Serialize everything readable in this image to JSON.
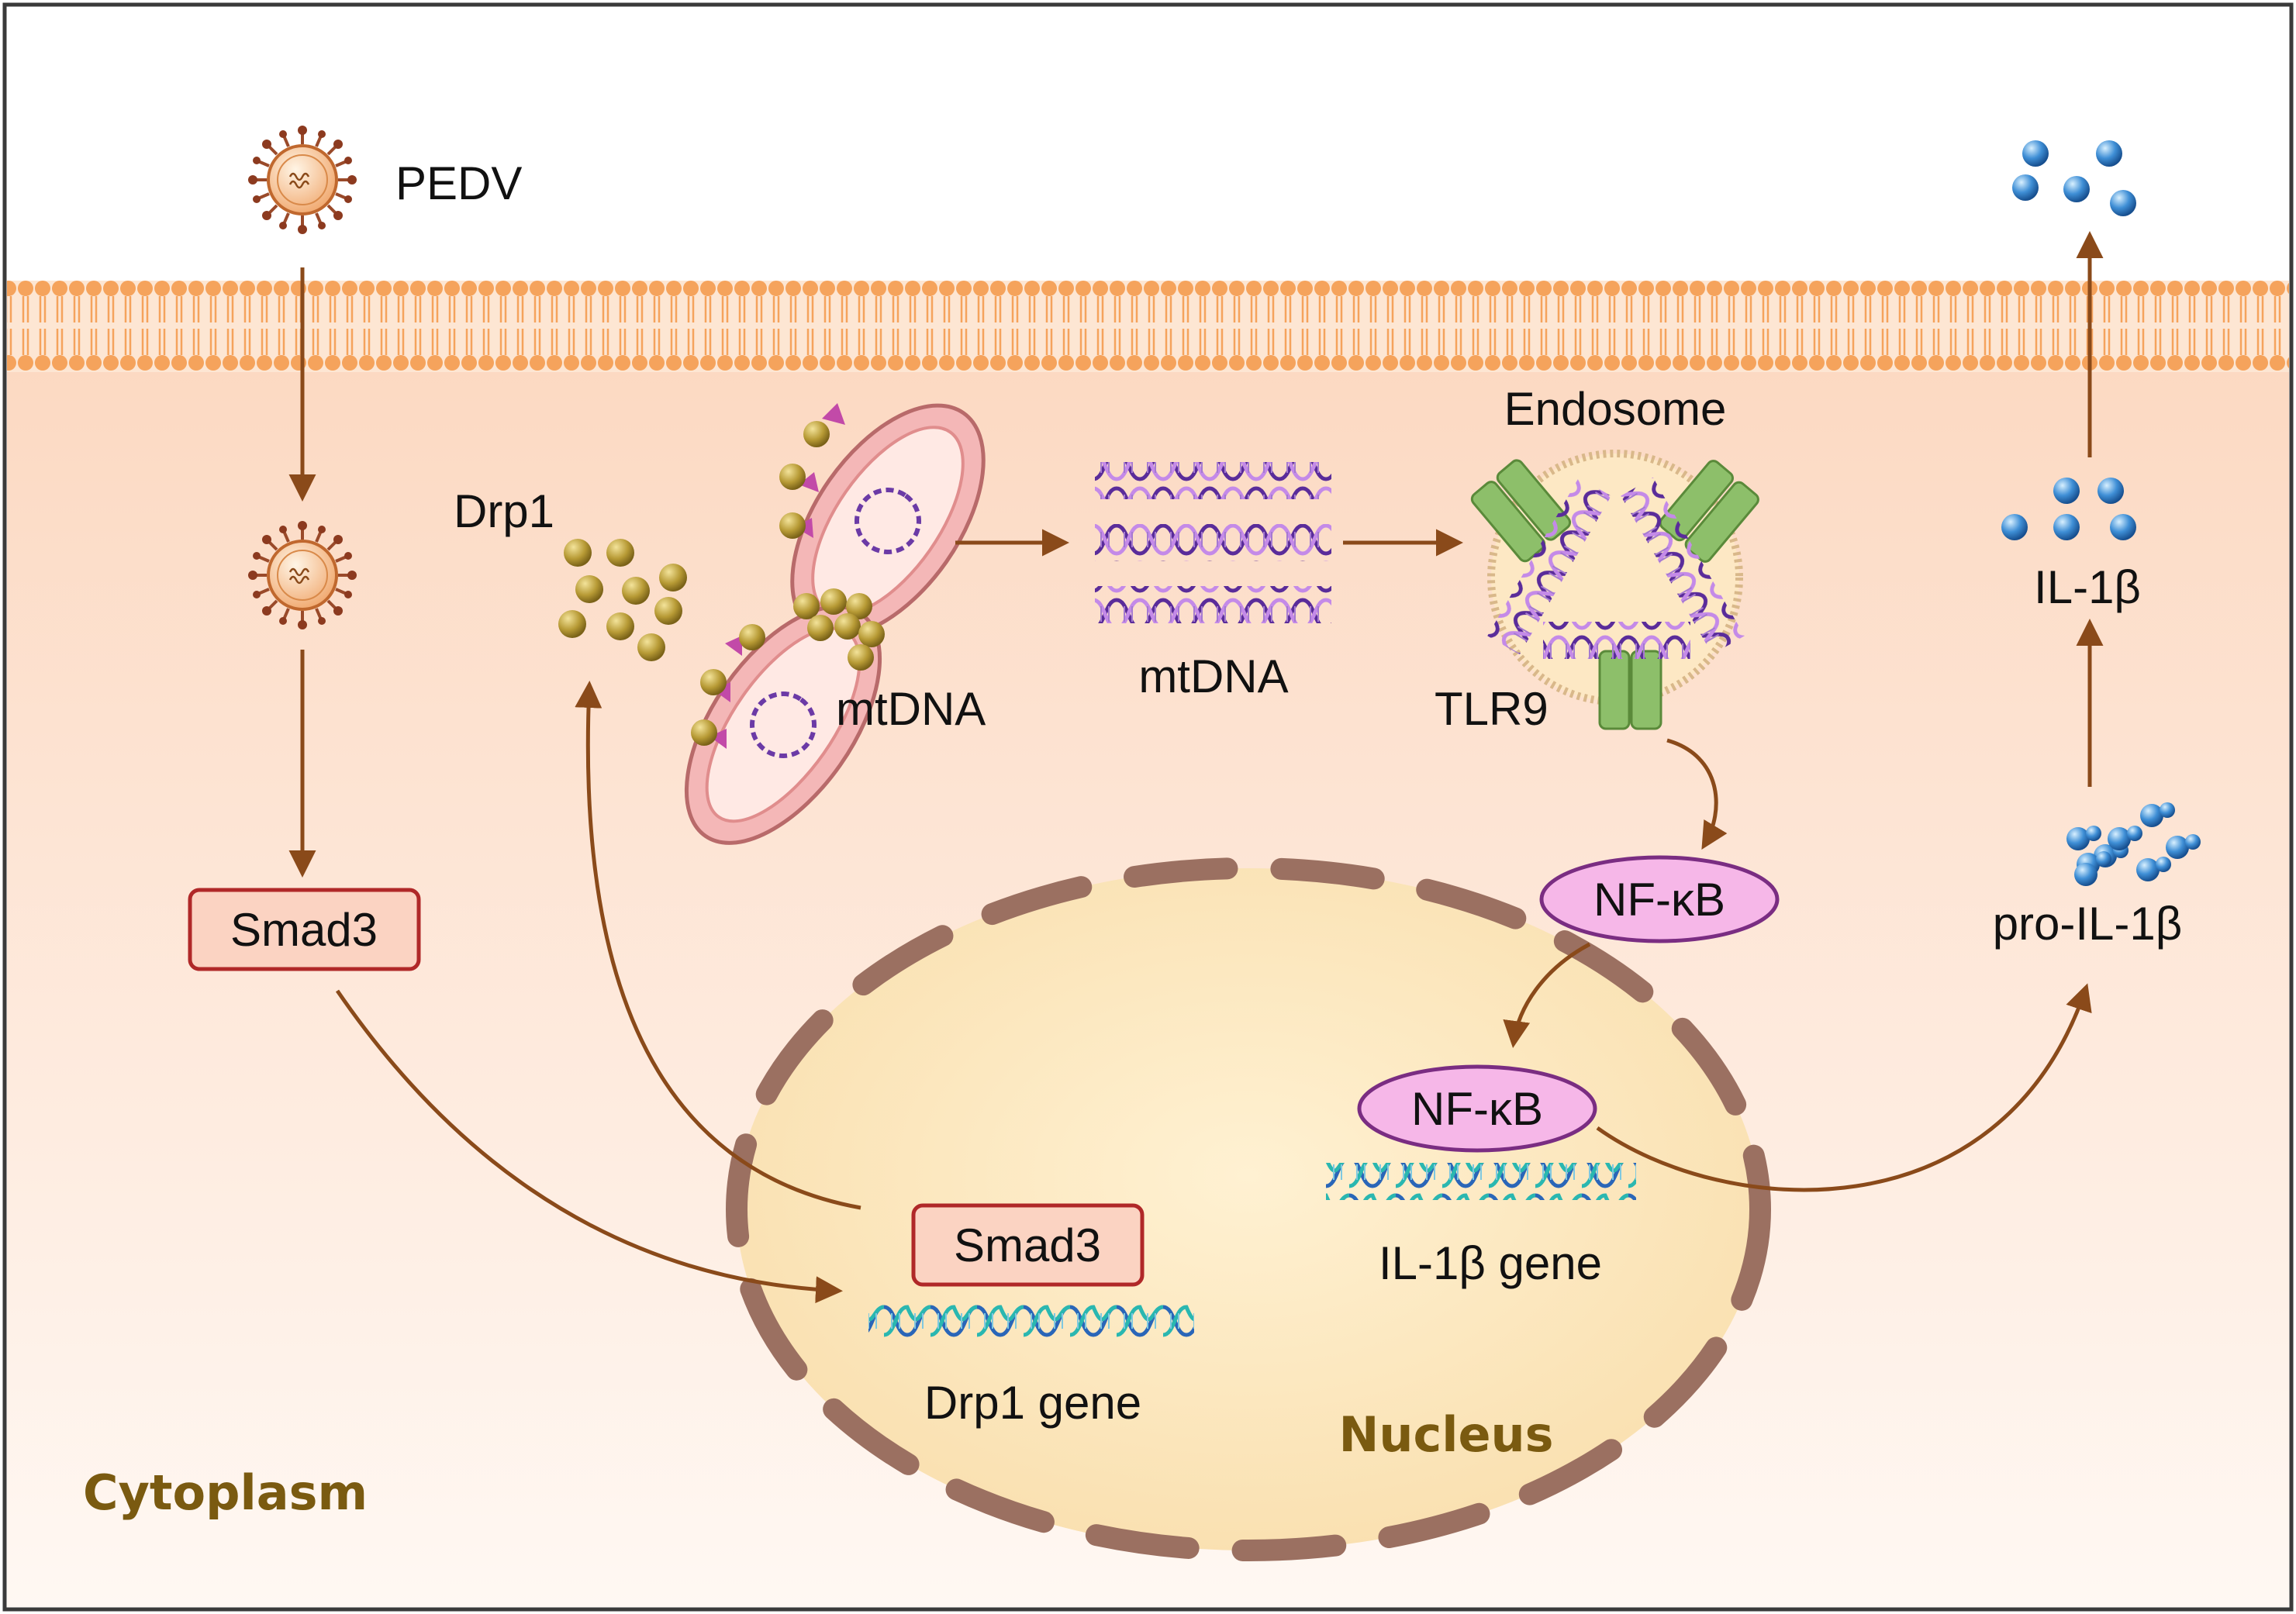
{
  "labels": {
    "pedv": "PEDV",
    "drp1": "Drp1",
    "mtdna_mito": "mtDNA",
    "mtdna_free": "mtDNA",
    "endosome": "Endosome",
    "tlr9": "TLR9",
    "il1b": "IL-1β",
    "pro_il1b": "pro-IL-1β",
    "smad3_cyto": "Smad3",
    "smad3_nuc": "Smad3",
    "nfkb_cyto": "NF-κB",
    "nfkb_nuc": "NF-κB",
    "drp1_gene": "Drp1 gene",
    "il1b_gene": "IL-1β gene",
    "nucleus": "Nucleus",
    "cytoplasm": "Cytoplasm"
  },
  "colors": {
    "membrane": "#f5a35c",
    "cytoplasm_top": "#fde0cc",
    "cytoplasm_bottom": "#fff5ef",
    "nucleus_fill": "#fbe7c2",
    "nucleus_border": "#9b7061",
    "arrow": "#8a4a1a",
    "drp1_dot": "#b59a3a",
    "il1b_dot": "#2a7bc8",
    "smad3_box": "#fbd3c2",
    "smad3_border": "#b02828",
    "nfkb_fill": "#f6b7e8",
    "nfkb_border": "#7a2d82",
    "tlr9_green": "#8dbf6a",
    "mito_fill": "#f4b7b7",
    "dna_purple": "#6b3aa6",
    "dna_cyan": "#2aa6c9",
    "region_label": "#7a5a10"
  }
}
